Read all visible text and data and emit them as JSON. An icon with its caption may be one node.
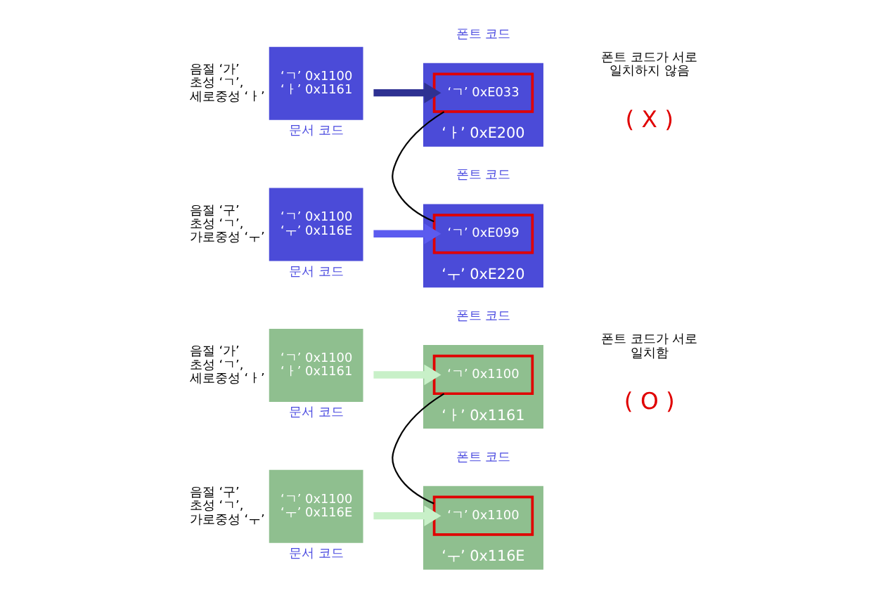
{
  "diagram": {
    "nodes": [
      {
        "text": [
          "‘ㄱ’ 0x1100",
          "‘ㅏ’ 0x1161"
        ],
        "beside": [
          "음절 ‘가’ 초성 ‘ㄱ’, 세로중성 ‘ㅏ’",
          "문서 코드"
        ]
      },
      {
        "text": [
          "‘ㅏ’ 0xE200"
        ],
        "beside": [
          "폰트 코드"
        ]
      },
      {
        "text": [
          "‘ㄱ’ 0xE033"
        ],
        "in": 1
      },
      {
        "text": [
          "‘ㄱ’ 0x1100",
          "‘ㅜ’ 0x116E"
        ],
        "beside": [
          "음절 ‘구’ 초성 ‘ㄱ’, 가로중성 ‘ㅜ’",
          "문서 코드"
        ]
      },
      {
        "text": [
          "‘ㅜ’ 0xE220"
        ],
        "beside": [
          "폰트 코드"
        ]
      },
      {
        "text": [
          "‘ㄱ’ 0xE099"
        ],
        "in": 4
      },
      {
        "text": [
          "‘ㄱ’ 0x1100",
          "‘ㅏ’ 0x1161"
        ],
        "beside": [
          "음절 ‘가’ 초성 ‘ㄱ’, 세로중성 ‘ㅏ’",
          "문서 코드"
        ]
      },
      {
        "text": [
          "‘ㅏ’ 0x1161"
        ],
        "beside": [
          "폰트 코드"
        ]
      },
      {
        "text": [
          "‘ㄱ’ 0x1100"
        ],
        "in": 7
      },
      {
        "text": [
          "‘ㄱ’ 0x1100",
          "‘ㅜ’ 0x116E"
        ],
        "beside": [
          "음절 ‘구’ 초성 ‘ㄱ’, 가로중성 ‘ㅜ’",
          "문서 코드"
        ]
      },
      {
        "text": [
          "‘ㅜ’ 0x116E"
        ],
        "beside": [
          "폰트 코드"
        ]
      },
      {
        "text": [
          "‘ㄱ’ 0x1100"
        ],
        "in": 10
      }
    ],
    "edges": [
      {
        "from": 0,
        "to": 2,
        "arrow": "to",
        "color": "#2e3192"
      },
      {
        "from": 3,
        "to": 5,
        "arrow": "to",
        "color": "#5b5bef"
      },
      {
        "from": 2,
        "to": 5,
        "arrow": "none",
        "color": "#000000"
      },
      {
        "from": 6,
        "to": 8,
        "arrow": "to",
        "color": "#c8f0c8"
      },
      {
        "from": 9,
        "to": 11,
        "arrow": "to",
        "color": "#c8f0c8"
      },
      {
        "from": 8,
        "to": 11,
        "arrow": "none",
        "color": "#000000"
      }
    ],
    "labels": [
      "폰트 코드가 서로 일치하지 않음",
      "( X )",
      "폰트 코드가 서로 일치함",
      "( O )"
    ]
  }
}
